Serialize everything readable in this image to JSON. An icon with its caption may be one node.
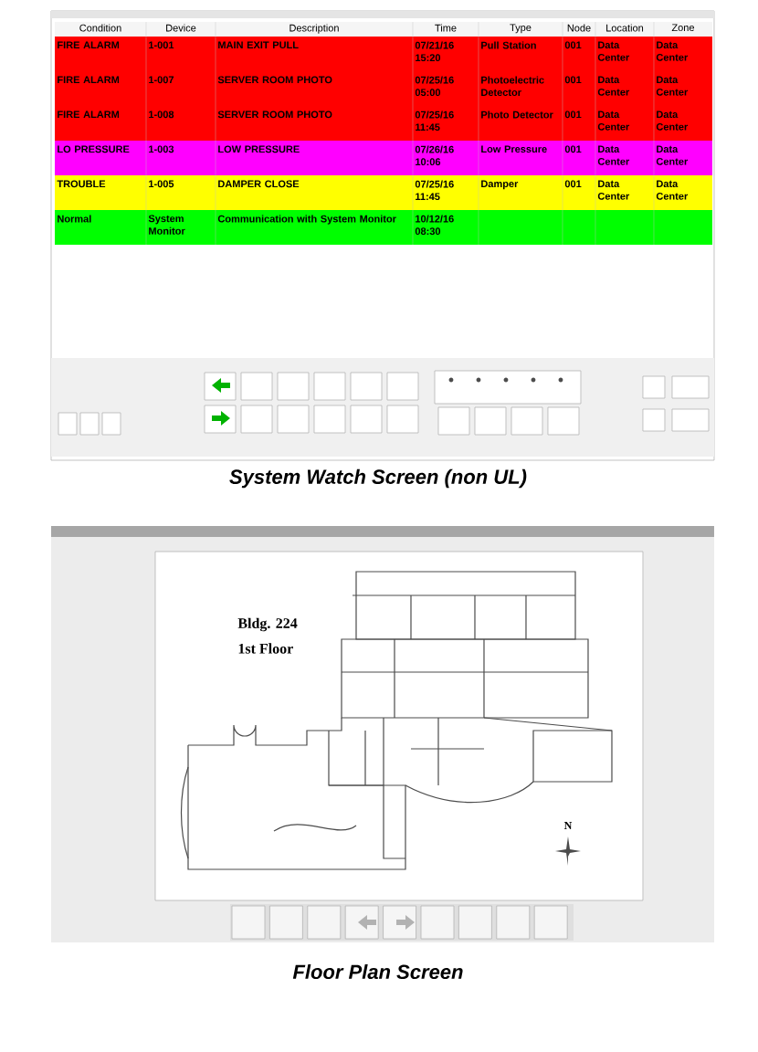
{
  "diagram": {
    "labels": [
      "Condition",
      "Device",
      "Description",
      "Time",
      "Type",
      "Node",
      "Location",
      "Zone",
      "FIRE ALARM",
      "1-001",
      "MAIN EXIT PULL",
      "07/21/16 15:20",
      "Pull Station",
      "001",
      "Data Center",
      "Data Center",
      "FIRE ALARM",
      "1-007",
      "SERVER ROOM PHOTO",
      "07/25/16 05:00",
      "Photoelectric Detector",
      "001",
      "Data Center",
      "Data Center",
      "FIRE ALARM",
      "1-008",
      "SERVER ROOM PHOTO",
      "07/25/16 11:45",
      "Photo Detector",
      "001",
      "Data Center",
      "Data Center",
      "LO PRESSURE",
      "1-003",
      "LOW PRESSURE",
      "07/26/16 10:06",
      "Low Pressure",
      "001",
      "Data Center",
      "Data Center",
      "TROUBLE",
      "1-005",
      "DAMPER CLOSE",
      "07/25/16 11:45",
      "Damper",
      "001",
      "Data Center",
      "Data Center",
      "Normal",
      "System Monitor",
      "Communication with System Monitor",
      "10/12/16 08:30",
      "Bldg. 224",
      "1st Floor",
      "N",
      "System Watch Screen (non UL)",
      "Floor Plan Screen"
    ]
  }
}
